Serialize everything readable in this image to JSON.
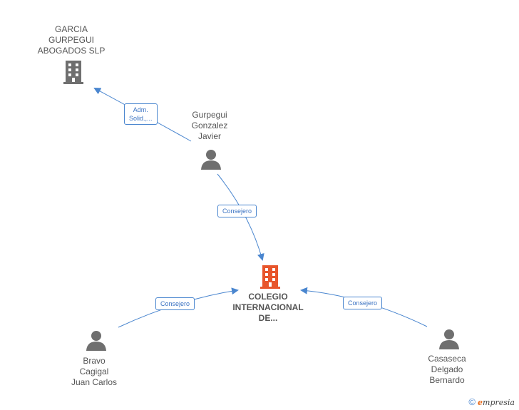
{
  "nodes": {
    "garcia": {
      "name": "GARCIA\nGURPEGUI\nABOGADOS  SLP"
    },
    "gurpegui": {
      "name": "Gurpegui\nGonzalez\nJavier"
    },
    "colegio": {
      "name": "COLEGIO\nINTERNACIONAL\nDE..."
    },
    "bravo": {
      "name": "Bravo\nCagigal\nJuan Carlos"
    },
    "casaseca": {
      "name": "Casaseca\nDelgado\nBernardo"
    }
  },
  "edges": {
    "gurpegui_garcia": "Adm.\nSolid.,...",
    "gurpegui_colegio": "Consejero",
    "bravo_colegio": "Consejero",
    "casaseca_colegio": "Consejero"
  },
  "colors": {
    "edge": "#4a86cf",
    "building_gray": "#6f6f6f",
    "building_main": "#e8552b",
    "person": "#6f6f6f"
  },
  "footer": {
    "copyright": "©",
    "brand_e": "e",
    "brand_rest": "mpresia"
  }
}
